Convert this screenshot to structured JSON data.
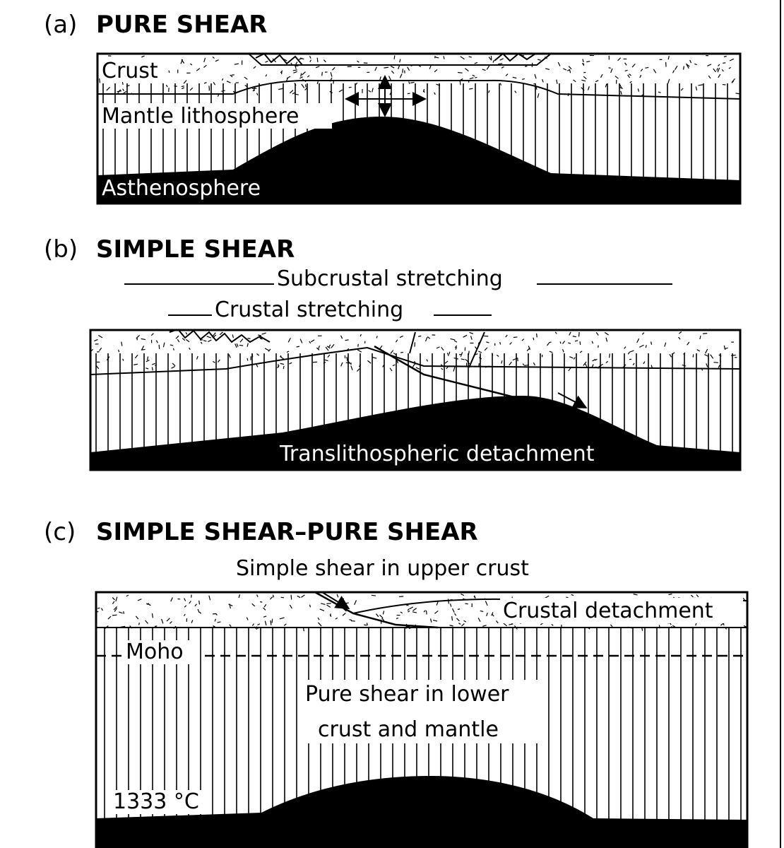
{
  "panels": [
    {
      "letter": "(a)",
      "title": "PURE SHEAR",
      "labels": {
        "crust": "Crust",
        "mantle": "Mantle lithosphere",
        "asthenosphere": "Asthenosphere"
      }
    },
    {
      "letter": "(b)",
      "title": "SIMPLE SHEAR",
      "labels": {
        "subcrustal": "Subcrustal stretching",
        "crustal": "Crustal stretching",
        "detachment": "Translithospheric detachment"
      }
    },
    {
      "letter": "(c)",
      "title": "SIMPLE SHEAR–PURE SHEAR",
      "labels": {
        "upper": "Simple shear in upper crust",
        "detachment": "Crustal detachment",
        "moho": "Moho",
        "lower_line1": "Pure shear in lower",
        "lower_line2": "crust and mantle",
        "temp": "1333 °C"
      }
    }
  ],
  "colors": {
    "ink": "#000000",
    "paper": "#ffffff"
  }
}
